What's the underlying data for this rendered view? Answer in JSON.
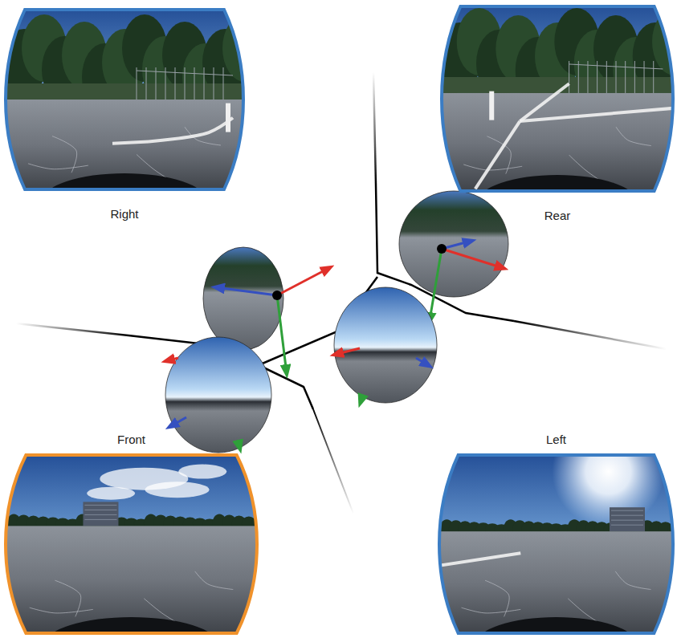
{
  "diagram": {
    "nodes": [
      {
        "text": [
          "Right"
        ]
      },
      {
        "text": [
          "Rear"
        ]
      },
      {
        "text": [
          "Front"
        ]
      },
      {
        "text": [
          "Left"
        ]
      }
    ]
  }
}
